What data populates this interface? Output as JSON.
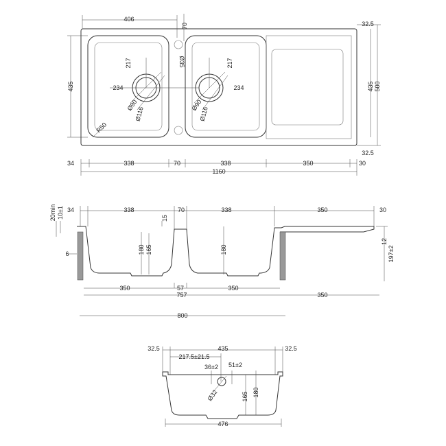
{
  "plan_view": {
    "labels": [
      "406",
      "70",
      "Ø35",
      "435",
      "217",
      "234",
      "Ø90",
      "Ø116",
      "R50",
      "217",
      "234",
      "Ø90",
      "Ø116",
      "32.5",
      "435",
      "500",
      "32.5",
      "34",
      "338",
      "70",
      "338",
      "350",
      "30",
      "1160"
    ]
  },
  "section_view": {
    "labels": [
      "20min",
      "10±1",
      "34",
      "338",
      "70",
      "338",
      "350",
      "30",
      "15",
      "180",
      "165",
      "180",
      "6",
      "12",
      "197±2",
      "350",
      "57",
      "350",
      "757",
      "350",
      "800"
    ]
  },
  "end_view": {
    "labels": [
      "32.5",
      "435",
      "32.5",
      "217.5±21.5",
      "36±2",
      "51±2",
      "Ø32",
      "165",
      "180",
      "476"
    ]
  }
}
